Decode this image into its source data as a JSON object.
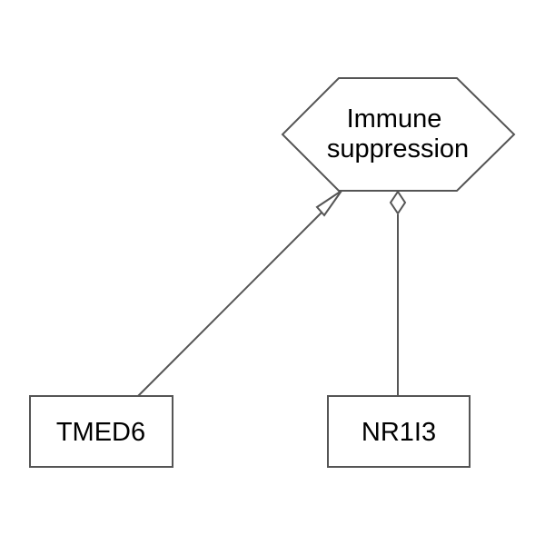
{
  "colors": {
    "stroke": "#555555",
    "text": "#000000",
    "fill": "#ffffff"
  },
  "nodes": {
    "process": {
      "shape": "hexagon",
      "lines": [
        "Immune",
        "suppression"
      ]
    },
    "tmed6": {
      "shape": "rectangle",
      "label": "TMED6"
    },
    "nr1i3": {
      "shape": "rectangle",
      "label": "NR1I3"
    }
  },
  "edges": [
    {
      "from": "TMED6",
      "to": "Immune suppression",
      "arrowhead": "hollow-triangle"
    },
    {
      "from": "NR1I3",
      "to": "Immune suppression",
      "arrowhead": "hollow-diamond"
    }
  ]
}
